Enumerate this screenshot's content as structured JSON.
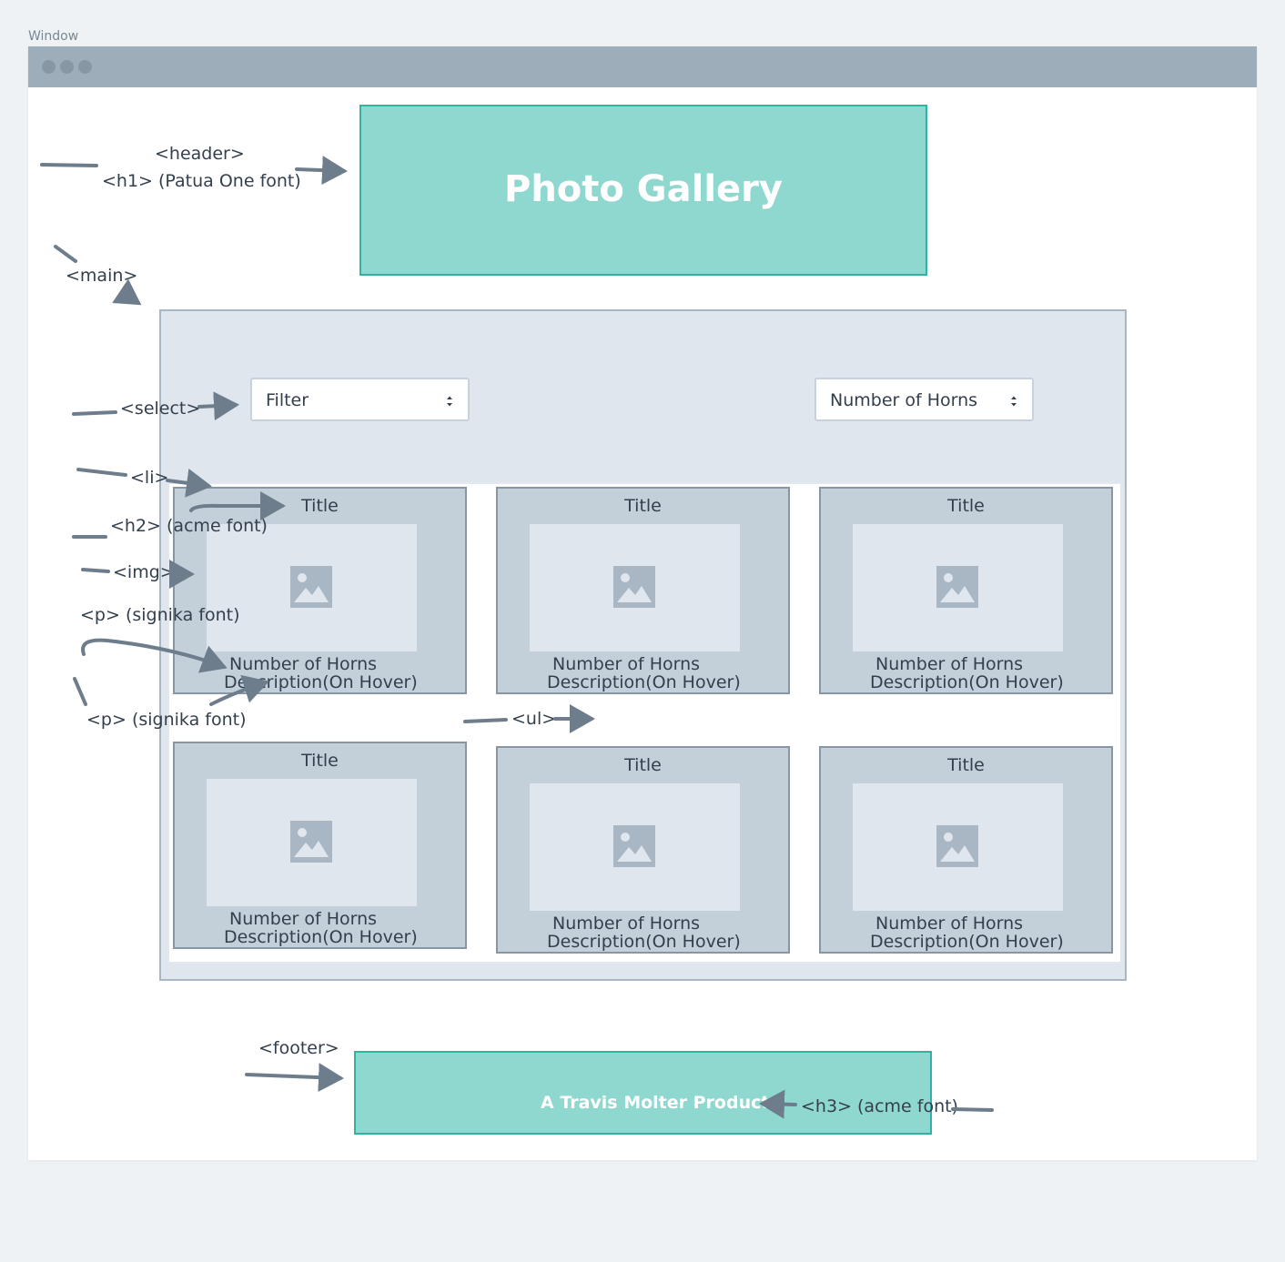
{
  "window": {
    "label": "Window"
  },
  "header": {
    "title": "Photo Gallery"
  },
  "main": {
    "filter_select": "Filter",
    "sort_select": "Number of Horns",
    "cards": [
      {
        "title": "Title",
        "horns": "Number of Horns",
        "description": "Description(On Hover)"
      },
      {
        "title": "Title",
        "horns": "Number of Horns",
        "description": "Description(On Hover)"
      },
      {
        "title": "Title",
        "horns": "Number of Horns",
        "description": "Description(On Hover)"
      },
      {
        "title": "Title",
        "horns": "Number of Horns",
        "description": "Description(On Hover)"
      },
      {
        "title": "Title",
        "horns": "Number of Horns",
        "description": "Description(On Hover)"
      },
      {
        "title": "Title",
        "horns": "Number of Horns",
        "description": "Description(On Hover)"
      }
    ]
  },
  "footer": {
    "title": "A Travis Molter Product"
  },
  "annotations": {
    "header": "<header>",
    "h1": "<h1> (Patua One font)",
    "main": "<main>",
    "select": "<select>",
    "li": "<li>",
    "h2": "<h2> (acme font)",
    "img": "<img>",
    "p1": "<p> (signika font)",
    "p2": "<p> (signika font)",
    "ul": "<ul>",
    "footer": "<footer>",
    "h3": "<h3> (acme font)"
  },
  "colors": {
    "teal_fill": "#8fd8cf",
    "teal_border": "#2fb3a5",
    "card_fill": "#c3d0da",
    "card_border": "#8896a4",
    "main_fill": "#e0e6ee",
    "arrow": "#6e7d8c"
  },
  "icons": {
    "card_image": "image-placeholder-icon",
    "select_caret": "up-down-caret-icon"
  }
}
